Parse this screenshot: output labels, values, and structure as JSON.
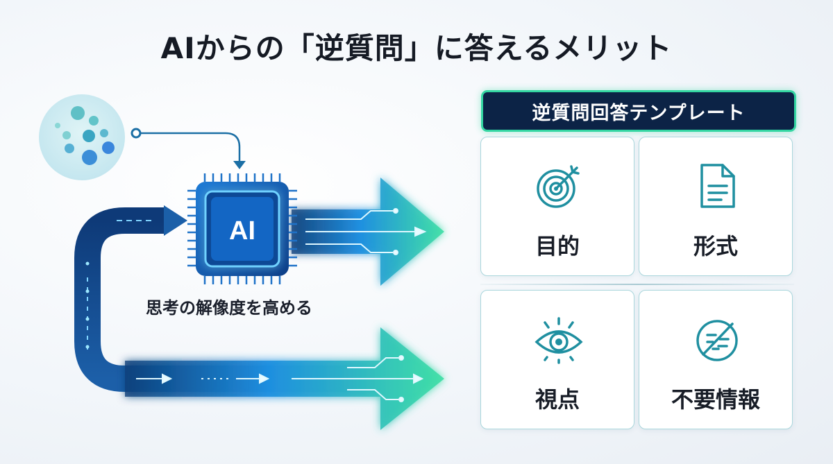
{
  "title": "AIからの「逆質問」に答えるメリット",
  "chip_label": "AI",
  "caption": "思考の解像度を高める",
  "panel": {
    "title": "逆質問回答テンプレート",
    "cards": [
      {
        "label": "目的",
        "icon": "target-icon"
      },
      {
        "label": "形式",
        "icon": "document-icon"
      },
      {
        "label": "視点",
        "icon": "eye-icon"
      },
      {
        "label": "不要情報",
        "icon": "crossed-out-icon"
      }
    ]
  },
  "colors": {
    "navy": "#0c2346",
    "accent_green": "#34d6a2",
    "flow_blue": "#1e8fe0",
    "card_border": "#a9d6dc",
    "icon_teal": "#1f8fa0"
  }
}
